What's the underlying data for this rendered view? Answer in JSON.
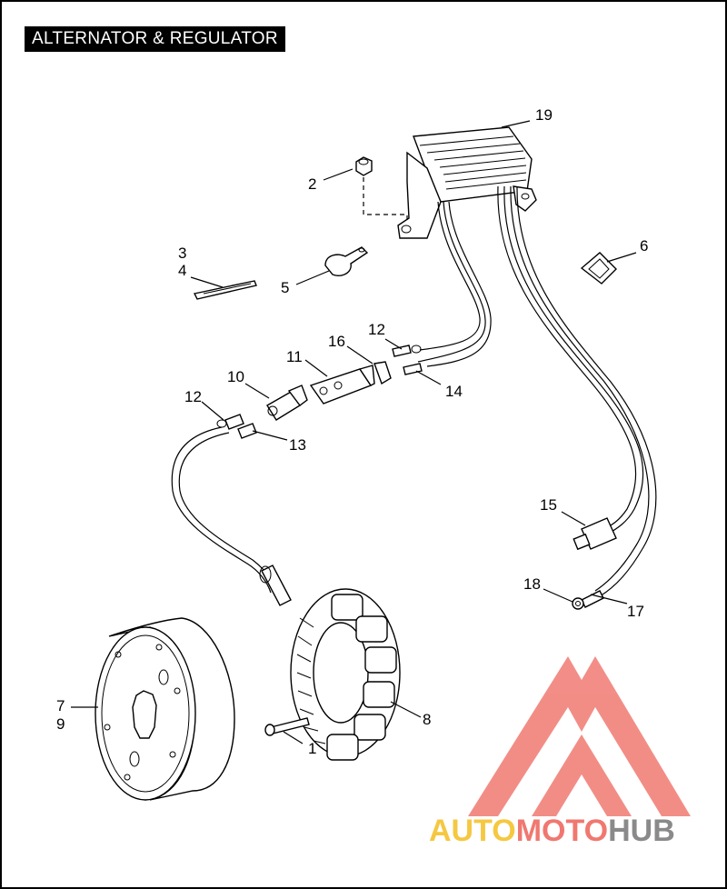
{
  "title": "ALTERNATOR & REGULATOR",
  "callouts": {
    "c1": "1",
    "c2": "2",
    "c3": "3",
    "c4": "4",
    "c5": "5",
    "c6": "6",
    "c7": "7",
    "c8": "8",
    "c9": "9",
    "c10": "10",
    "c11": "11",
    "c12a": "12",
    "c12b": "12",
    "c13": "13",
    "c14": "14",
    "c15": "15",
    "c16": "16",
    "c17": "17",
    "c18": "18",
    "c19": "19"
  },
  "watermark": {
    "part1": "AUTO",
    "part2": "MOTO",
    "part3": "HUB",
    "colors": {
      "auto": "#f5c842",
      "moto": "#f07870",
      "hub": "#8a8a8a",
      "logo": "#f07a72"
    }
  }
}
